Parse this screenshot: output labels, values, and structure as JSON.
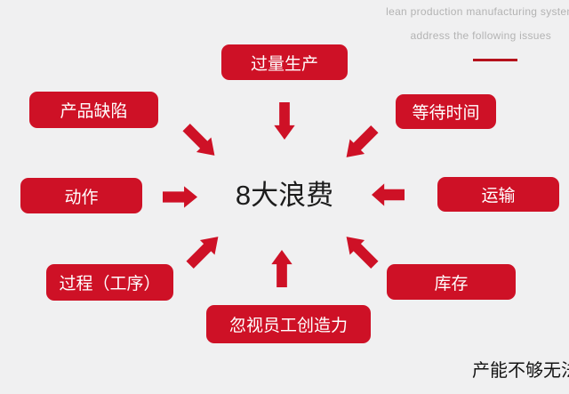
{
  "colors": {
    "accent": "#ce1126",
    "dash": "#b5121c",
    "background": "#f0f0f1",
    "muted_text": "#b3b3b3"
  },
  "header": {
    "line1": "lean production manufacturing systems",
    "line2": "address the following issues"
  },
  "center": {
    "label": "8大浪费"
  },
  "wastes": [
    {
      "id": "overproduction",
      "label": "过量生产"
    },
    {
      "id": "defects",
      "label": "产品缺陷"
    },
    {
      "id": "waiting",
      "label": "等待时间"
    },
    {
      "id": "motion",
      "label": "动作"
    },
    {
      "id": "transport",
      "label": "运输"
    },
    {
      "id": "process",
      "label": "过程（工序）"
    },
    {
      "id": "inventory",
      "label": "库存"
    },
    {
      "id": "creativity",
      "label": "忽视员工创造力"
    }
  ],
  "footer": {
    "note": "产能不够无法"
  }
}
